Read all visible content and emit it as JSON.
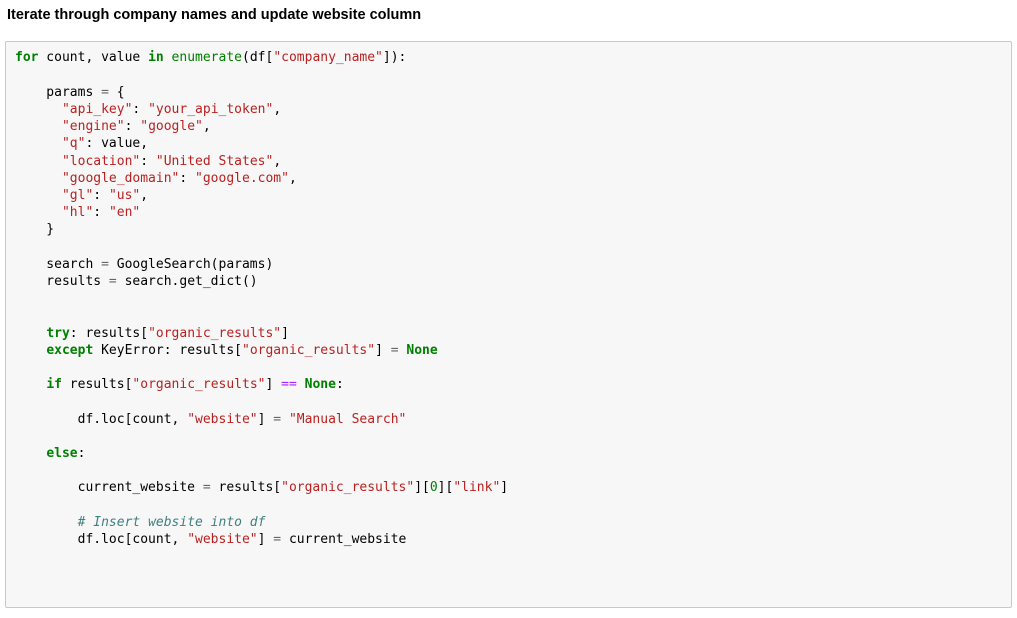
{
  "heading": "Iterate through company names and update website column",
  "colors": {
    "keyword": "#008000",
    "builtin": "#008000",
    "string": "#BA2121",
    "operator": "#666666",
    "operator_word": "#AA22FF",
    "number": "#008000",
    "comment": "#408080",
    "plain": "#000000",
    "code_bg": "#f7f7f7",
    "code_border": "#c9c9c9"
  },
  "code": {
    "lines": [
      [
        [
          "kw",
          "for"
        ],
        [
          "p",
          " count, value "
        ],
        [
          "kw",
          "in"
        ],
        [
          "p",
          " "
        ],
        [
          "bi",
          "enumerate"
        ],
        [
          "p",
          "(df["
        ],
        [
          "s",
          "\"company_name\""
        ],
        [
          "p",
          "]):"
        ]
      ],
      [],
      [
        [
          "p",
          "    params "
        ],
        [
          "op",
          "="
        ],
        [
          "p",
          " {"
        ]
      ],
      [
        [
          "p",
          "      "
        ],
        [
          "s",
          "\"api_key\""
        ],
        [
          "p",
          ": "
        ],
        [
          "s",
          "\"your_api_token\""
        ],
        [
          "p",
          ","
        ]
      ],
      [
        [
          "p",
          "      "
        ],
        [
          "s",
          "\"engine\""
        ],
        [
          "p",
          ": "
        ],
        [
          "s",
          "\"google\""
        ],
        [
          "p",
          ","
        ]
      ],
      [
        [
          "p",
          "      "
        ],
        [
          "s",
          "\"q\""
        ],
        [
          "p",
          ": value,"
        ]
      ],
      [
        [
          "p",
          "      "
        ],
        [
          "s",
          "\"location\""
        ],
        [
          "p",
          ": "
        ],
        [
          "s",
          "\"United States\""
        ],
        [
          "p",
          ","
        ]
      ],
      [
        [
          "p",
          "      "
        ],
        [
          "s",
          "\"google_domain\""
        ],
        [
          "p",
          ": "
        ],
        [
          "s",
          "\"google.com\""
        ],
        [
          "p",
          ","
        ]
      ],
      [
        [
          "p",
          "      "
        ],
        [
          "s",
          "\"gl\""
        ],
        [
          "p",
          ": "
        ],
        [
          "s",
          "\"us\""
        ],
        [
          "p",
          ","
        ]
      ],
      [
        [
          "p",
          "      "
        ],
        [
          "s",
          "\"hl\""
        ],
        [
          "p",
          ": "
        ],
        [
          "s",
          "\"en\""
        ]
      ],
      [
        [
          "p",
          "    }"
        ]
      ],
      [],
      [
        [
          "p",
          "    search "
        ],
        [
          "op",
          "="
        ],
        [
          "p",
          " GoogleSearch(params)"
        ]
      ],
      [
        [
          "p",
          "    results "
        ],
        [
          "op",
          "="
        ],
        [
          "p",
          " search.get_dict()"
        ]
      ],
      [],
      [],
      [
        [
          "p",
          "    "
        ],
        [
          "kw",
          "try"
        ],
        [
          "p",
          ": results["
        ],
        [
          "s",
          "\"organic_results\""
        ],
        [
          "p",
          "]"
        ]
      ],
      [
        [
          "p",
          "    "
        ],
        [
          "kw",
          "except"
        ],
        [
          "p",
          " KeyError: results["
        ],
        [
          "s",
          "\"organic_results\""
        ],
        [
          "p",
          "] "
        ],
        [
          "op",
          "="
        ],
        [
          "p",
          " "
        ],
        [
          "kw",
          "None"
        ]
      ],
      [],
      [
        [
          "p",
          "    "
        ],
        [
          "kw",
          "if"
        ],
        [
          "p",
          " results["
        ],
        [
          "s",
          "\"organic_results\""
        ],
        [
          "p",
          "] "
        ],
        [
          "op2",
          "=="
        ],
        [
          "p",
          " "
        ],
        [
          "kw",
          "None"
        ],
        [
          "p",
          ":"
        ]
      ],
      [],
      [
        [
          "p",
          "        df.loc[count, "
        ],
        [
          "s",
          "\"website\""
        ],
        [
          "p",
          "] "
        ],
        [
          "op",
          "="
        ],
        [
          "p",
          " "
        ],
        [
          "s",
          "\"Manual Search\""
        ]
      ],
      [],
      [
        [
          "p",
          "    "
        ],
        [
          "kw",
          "else"
        ],
        [
          "p",
          ":"
        ]
      ],
      [],
      [
        [
          "p",
          "        current_website "
        ],
        [
          "op",
          "="
        ],
        [
          "p",
          " results["
        ],
        [
          "s",
          "\"organic_results\""
        ],
        [
          "p",
          "]["
        ],
        [
          "num",
          "0"
        ],
        [
          "p",
          "]["
        ],
        [
          "s",
          "\"link\""
        ],
        [
          "p",
          "]"
        ]
      ],
      [],
      [
        [
          "p",
          "        "
        ],
        [
          "c",
          "# Insert website into df"
        ]
      ],
      [
        [
          "p",
          "        df.loc[count, "
        ],
        [
          "s",
          "\"website\""
        ],
        [
          "p",
          "] "
        ],
        [
          "op",
          "="
        ],
        [
          "p",
          " current_website"
        ]
      ],
      [],
      []
    ]
  }
}
